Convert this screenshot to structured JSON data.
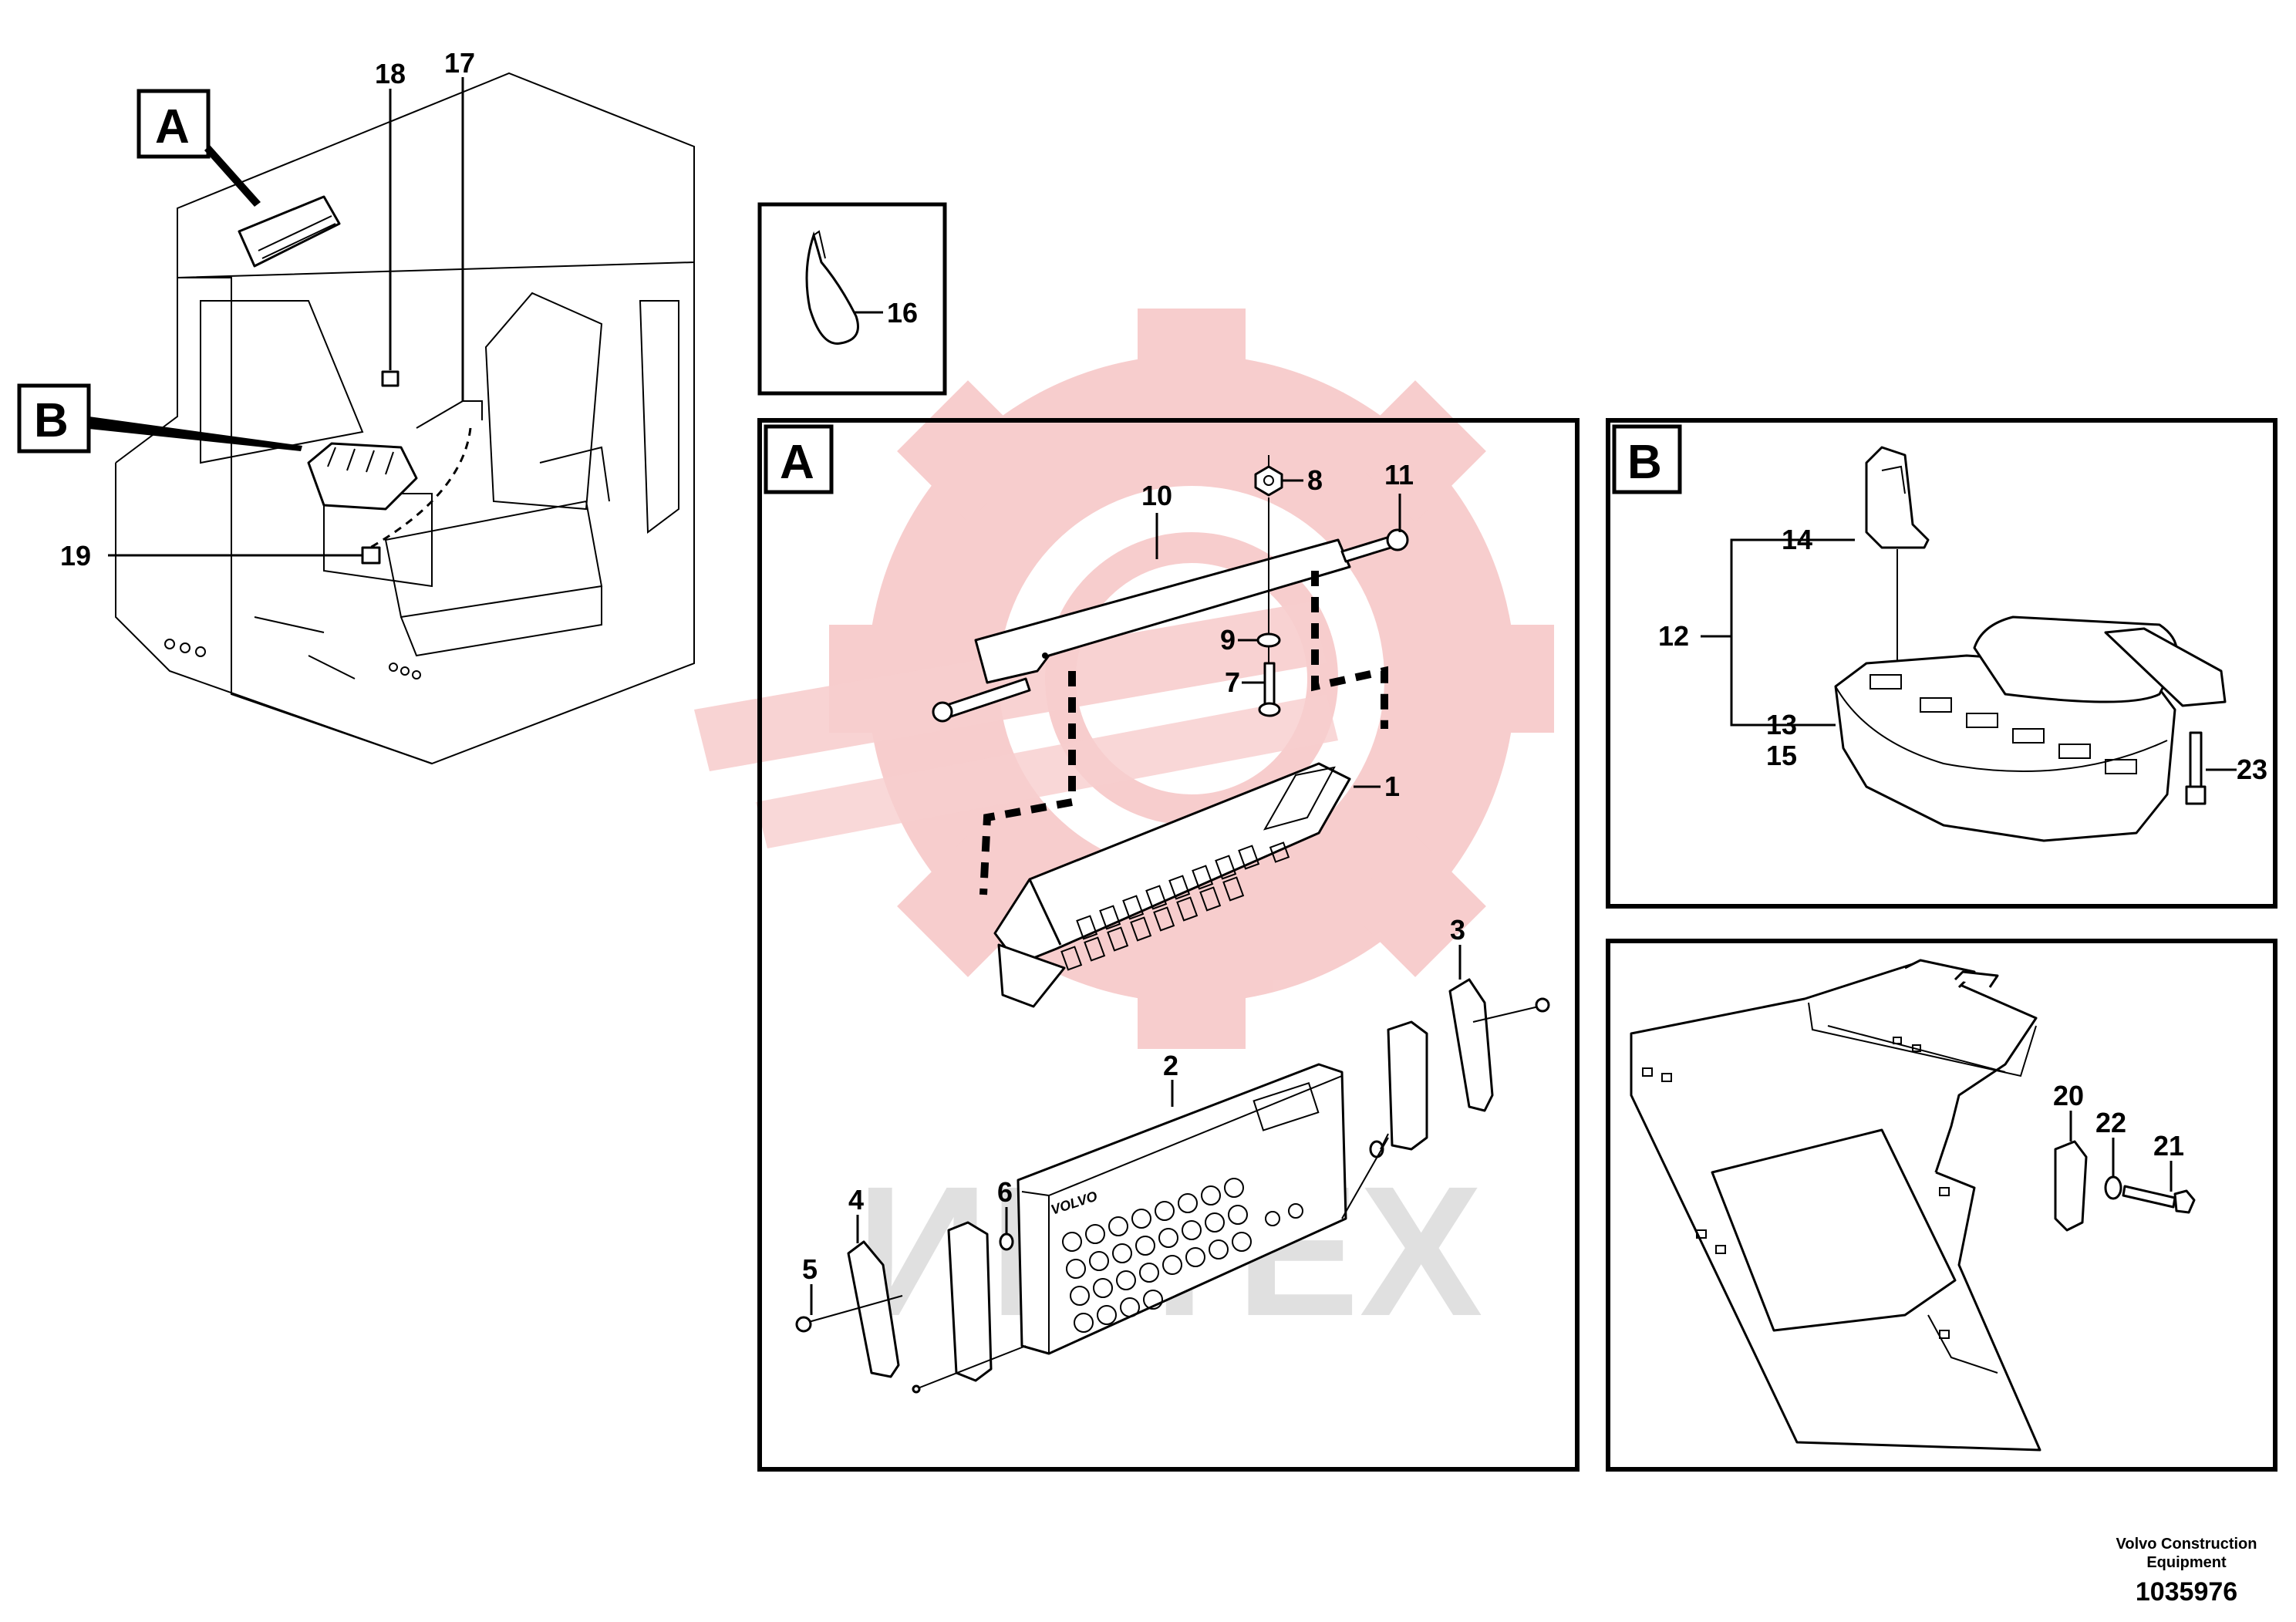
{
  "watermark": {
    "text": "ИНТЕХ",
    "gear_color": "#f6c5c5",
    "text_color": "#d9d9d9"
  },
  "callouts": {
    "overview": {
      "A": "A",
      "B": "B",
      "n18": "18",
      "n17": "17",
      "n19": "19"
    },
    "strap": {
      "n16": "16"
    },
    "panel_a": {
      "label": "A",
      "n1": "1",
      "n2": "2",
      "n3": "3",
      "n4": "4",
      "n5": "5",
      "n6": "6",
      "n7": "7",
      "n8": "8",
      "n9": "9",
      "n10": "10",
      "n11": "11"
    },
    "panel_b": {
      "label": "B",
      "n12": "12",
      "n13": "13",
      "n14": "14",
      "n15": "15",
      "n23": "23"
    },
    "bracket": {
      "n20": "20",
      "n21": "21",
      "n22": "22"
    }
  },
  "part_text": {
    "volvo": "VOLVO"
  },
  "footer": {
    "line1": "Volvo Construction",
    "line2": "Equipment",
    "drawing_number": "1035976"
  }
}
